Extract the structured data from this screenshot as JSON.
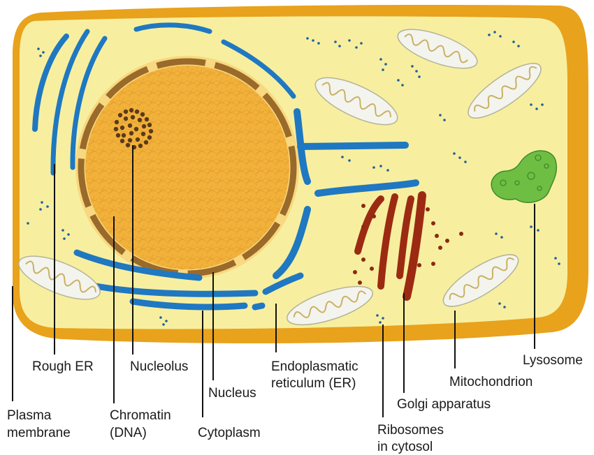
{
  "diagram": {
    "labels": {
      "rough_er": "Rough ER",
      "nucleolus": "Nucleolus",
      "endoplasmatic_line1": "Endoplasmatic",
      "endoplasmatic_line2": "reticulum (ER)",
      "lysosome": "Lysosome",
      "mitochondrion": "Mitochondrion",
      "nucleus": "Nucleus",
      "golgi": "Golgi apparatus",
      "plasma_line1": "Plasma",
      "plasma_line2": "membrane",
      "chromatin_line1": "Chromatin",
      "chromatin_line2": "(DNA)",
      "cytoplasm": "Cytoplasm",
      "ribosomes_line1": "Ribosomes",
      "ribosomes_line2": "in cytosol"
    },
    "colors": {
      "cytoplasm": "#f7ef9f",
      "membrane": "#e8a21c",
      "nucleus": "#f2b23a",
      "nuclear_envelope": "#9a6a2a",
      "er": "#1f78c1",
      "golgi": "#9c2a12",
      "lysosome": "#6fbe44",
      "nucleolus": "#5a3a1a"
    }
  }
}
